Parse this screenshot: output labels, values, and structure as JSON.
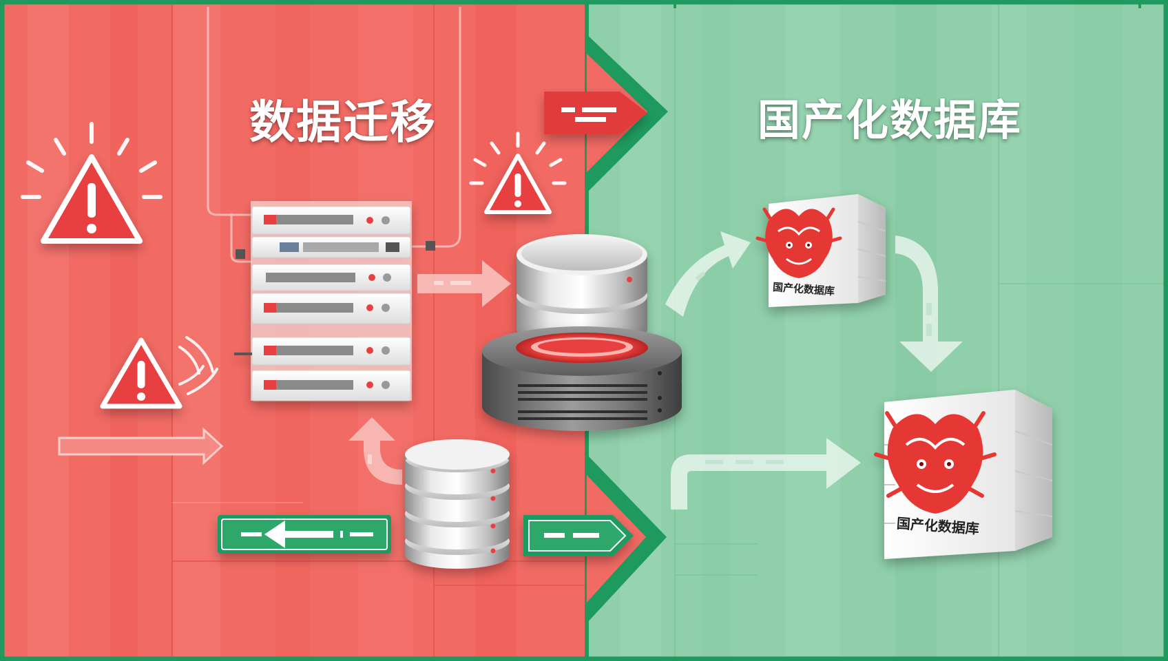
{
  "header": {
    "left_title": "数据迁移",
    "right_title": "国产化数据库"
  },
  "boxes": {
    "small_label": "国产化数据库",
    "large_label": "国产化数据库"
  },
  "colors": {
    "left_panel": "#f26a64",
    "right_panel": "#8fcfaa",
    "frame": "#1f9a5e",
    "warning": "#e8403f",
    "seal": "#e53935"
  },
  "icons": [
    "warning-icon",
    "server-rack-icon",
    "database-icon",
    "arrow-icon",
    "dragon-seal-icon"
  ]
}
